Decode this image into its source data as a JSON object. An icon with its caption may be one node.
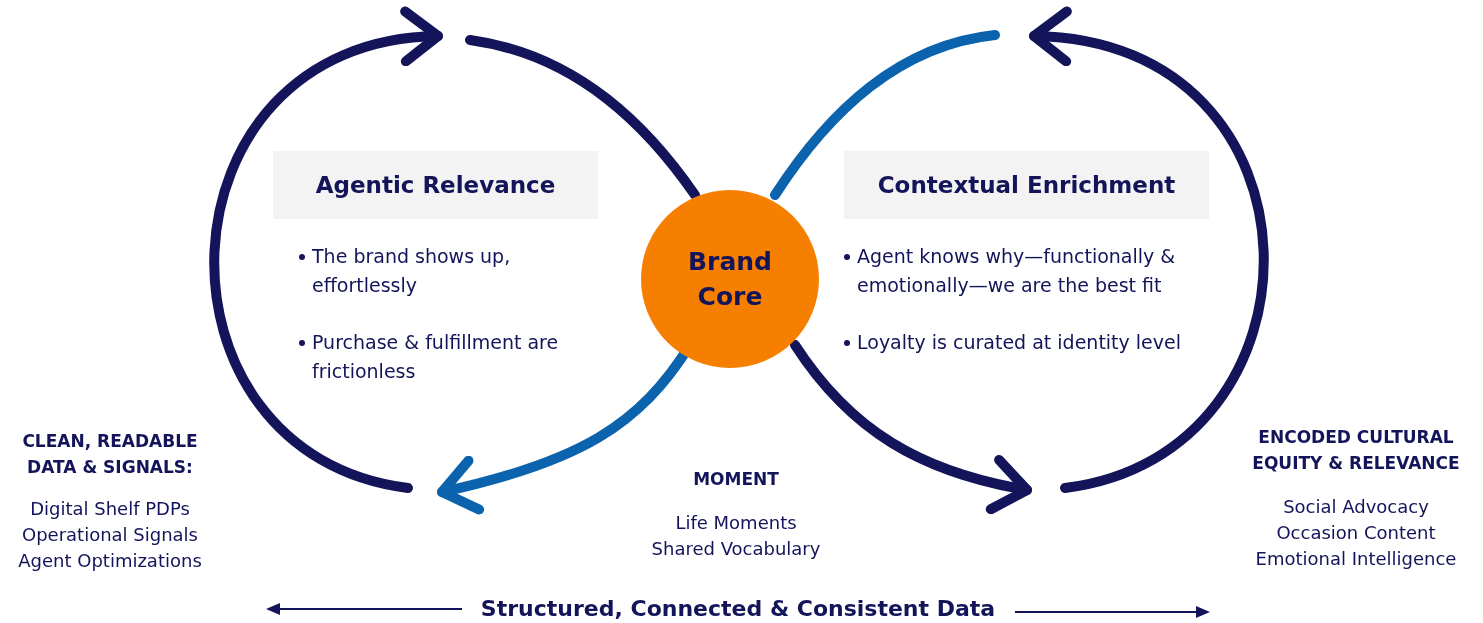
{
  "diagram": {
    "nodes": [
      {
        "text": [
          "Agentic Relevance"
        ],
        "beside": [
          "The brand shows up, effortlessly",
          "Purchase & fulfillment are frictionless"
        ]
      },
      {
        "text": [
          "Contextual Enrichment"
        ],
        "beside": [
          "Agent knows why—functionally & emotionally—we are the best fit",
          "Loyalty is curated at identity level"
        ]
      },
      {
        "text": [
          "Brand Core"
        ]
      }
    ],
    "edges": [],
    "labels": [
      "CLEAN, READABLE DATA & SIGNALS:",
      "Digital Shelf PDPs",
      "Operational Signals",
      "Agent Optimizations",
      "MOMENT",
      "Life Moments",
      "Shared Vocabulary",
      "ENCODED CULTURAL EQUITY & RELEVANCE",
      "Social Advocacy",
      "Occasion Content",
      "Emotional Intelligence",
      "Structured, Connected & Consistent Data"
    ]
  }
}
